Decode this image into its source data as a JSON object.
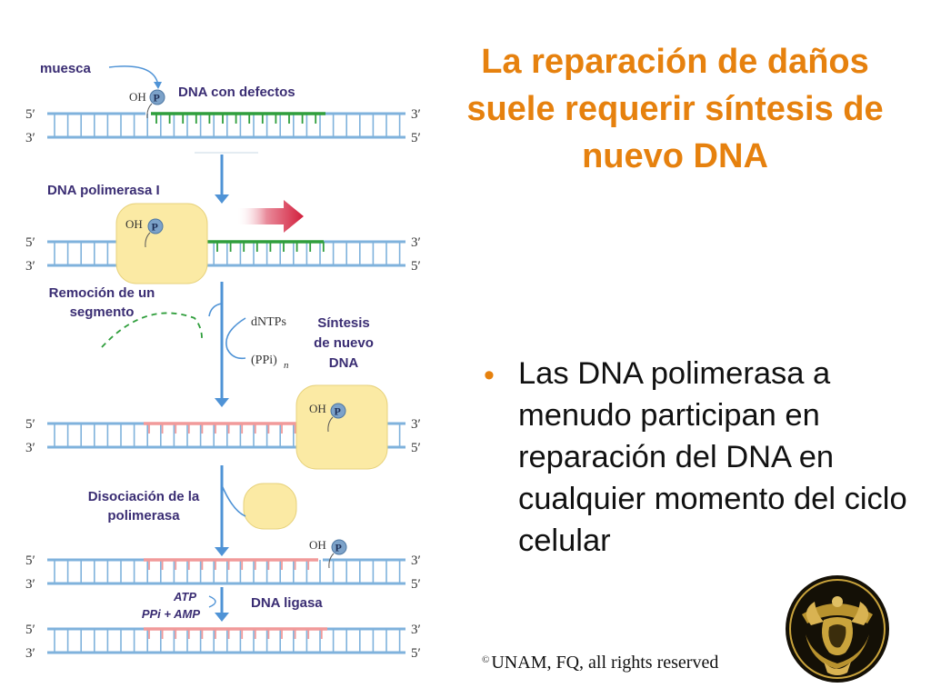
{
  "title": "La reparación de daños suele requerir síntesis de nuevo DNA",
  "bullet": "Las DNA polimerasa a menudo participan en reparación del DNA en cualquier momento del ciclo celular",
  "copyright": {
    "symbol": "©",
    "text": "UNAM, FQ, all rights reserved"
  },
  "diagram": {
    "ends": {
      "five": "5′",
      "three": "3′"
    },
    "labels": {
      "nick": "muesca",
      "oh": "OH",
      "p": "P",
      "defective_dna": "DNA con defectos",
      "pol1": "DNA polimerasa I",
      "removal": [
        "Remoción de un",
        "segmento"
      ],
      "dntps": "dNTPs",
      "ppi": "(PPi)",
      "ppi_sub": "n",
      "synthesis": [
        "Síntesis",
        "de nuevo",
        "DNA"
      ],
      "dissociation": [
        "Disociación de la",
        "polimerasa"
      ],
      "atp": "ATP",
      "ppi_amp": "PPi + AMP",
      "ligase": "DNA ligasa"
    }
  },
  "colors": {
    "title": "#e6810e",
    "backbone": "#7fb2dc",
    "defect": "#2f9e3c",
    "new_dna": "#f19a9a",
    "enzyme": "#fbeaa4",
    "arrow": "#4f93d6",
    "label": "#3a2d73",
    "red_arrow": "#d21e3c"
  },
  "icons": [
    "phosphate-icon",
    "process-arrow-icon",
    "forward-red-arrow-icon",
    "unam-crest-icon"
  ]
}
